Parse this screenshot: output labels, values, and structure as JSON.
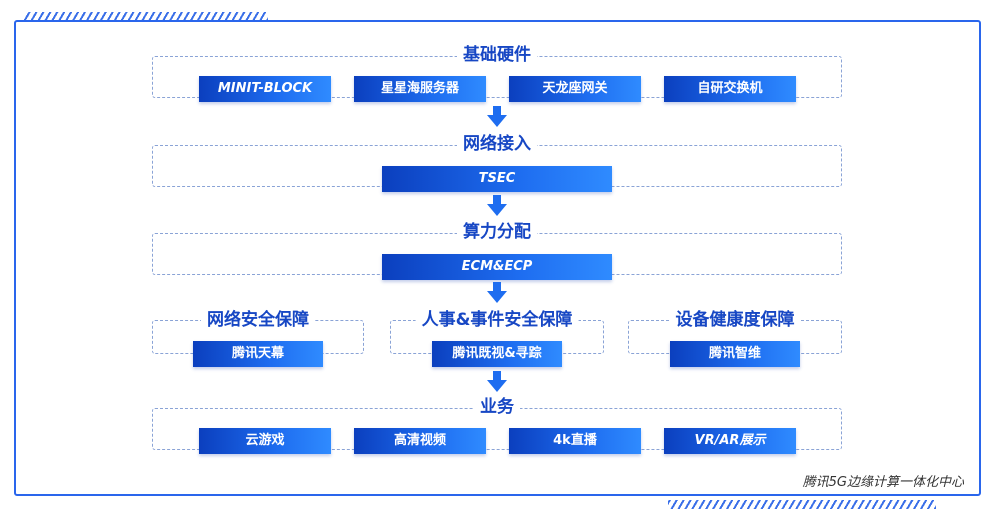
{
  "diagram": {
    "sections": {
      "hardware": {
        "title": "基础硬件",
        "items": [
          "MINIT-BLOCK",
          "星星海服务器",
          "天龙座网关",
          "自研交换机"
        ]
      },
      "network_access": {
        "title": "网络接入",
        "items": [
          "TSEC"
        ]
      },
      "compute": {
        "title": "算力分配",
        "items": [
          "ECM&ECP"
        ]
      },
      "security": {
        "network": {
          "title": "网络安全保障",
          "item": "腾讯天幕"
        },
        "people_events": {
          "title": "人事&事件安全保障",
          "item": "腾讯既视&寻踪"
        },
        "device_health": {
          "title": "设备健康度保障",
          "item": "腾讯智维"
        }
      },
      "business": {
        "title": "业务",
        "items": [
          "云游戏",
          "高清视频",
          "4k直播",
          "VR/AR展示"
        ]
      }
    },
    "caption": "腾讯5G边缘计算一体化中心",
    "colors": {
      "accent": "#1747c4",
      "chip_start": "#0b3fbe",
      "chip_end": "#2f8bff",
      "frame": "#2a66ec"
    }
  }
}
